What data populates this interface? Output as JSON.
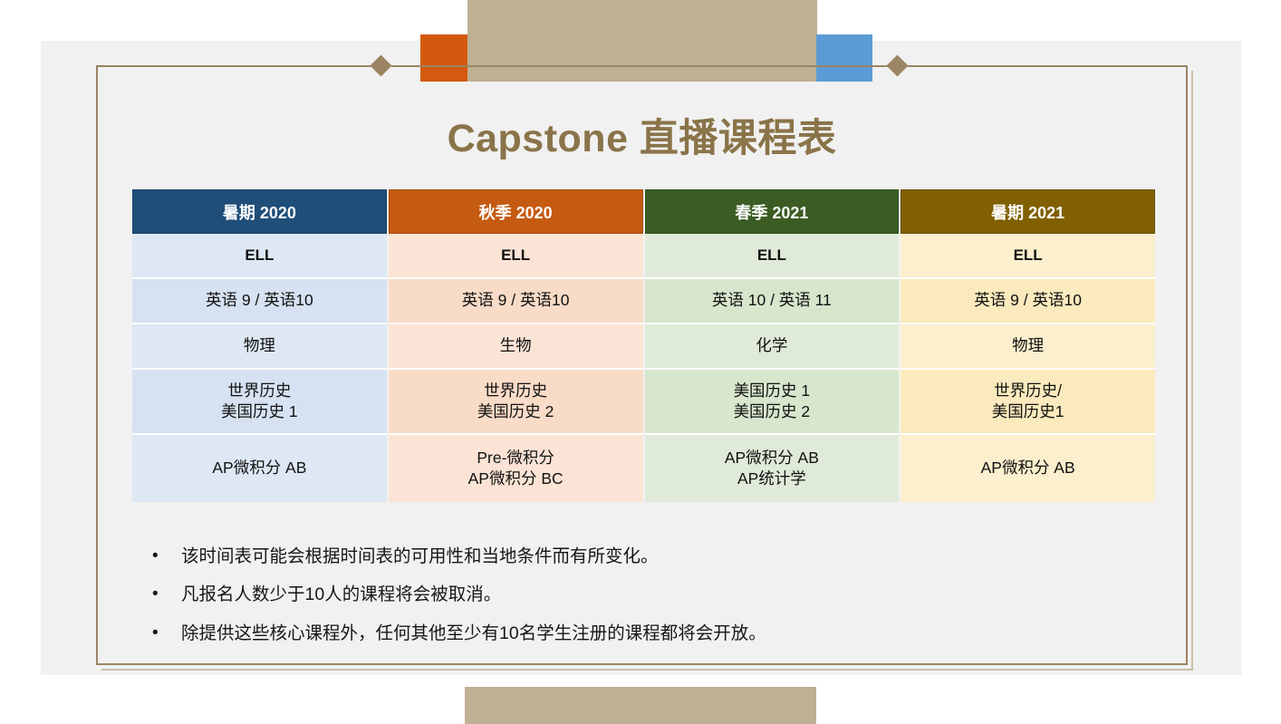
{
  "slide": {
    "title": "Capstone 直播课程表",
    "title_color": "#8a7449",
    "background_color": "#f1f1f1",
    "frame_color": "#9b8563",
    "decorations": {
      "orange_block_color": "#d4590f",
      "tan_block_color": "#bfb094",
      "blue_block_color": "#5b9bd5"
    }
  },
  "table": {
    "columns": [
      {
        "header": "暑期 2020",
        "header_bg": "#1f4e79",
        "body_bg": "#dee8f5",
        "body_bg_alt": "#d6e2f2",
        "cells": [
          "ELL",
          "英语 9 / 英语10",
          "物理",
          "世界历史\n美国历史 1",
          "AP微积分 AB"
        ]
      },
      {
        "header": "秋季 2020",
        "header_bg": "#c55a11",
        "body_bg": "#fbe4d5",
        "body_bg_alt": "#f9dcc8",
        "cells": [
          "ELL",
          "英语 9 / 英语10",
          "生物",
          "世界历史\n美国历史 2",
          "Pre-微积分\nAP微积分 BC"
        ]
      },
      {
        "header": "春季 2021",
        "header_bg": "#3b5d24",
        "body_bg": "#dfebd8",
        "body_bg_alt": "#d7e6cd",
        "cells": [
          "ELL",
          "英语 10 / 英语 11",
          "化学",
          "美国历史 1\n美国历史 2",
          "AP微积分 AB\nAP统计学"
        ]
      },
      {
        "header": "暑期 2021",
        "header_bg": "#806000",
        "body_bg": "#fcefcd",
        "body_bg_alt": "#fbeabd",
        "cells": [
          "ELL",
          "英语 9 / 英语10",
          "物理",
          "世界历史/\n美国历史1",
          "AP微积分 AB"
        ]
      }
    ]
  },
  "notes": {
    "bullet_marker": "•",
    "items": [
      "该时间表可能会根据时间表的可用性和当地条件而有所变化。",
      "凡报名人数少于10人的课程将会被取消。",
      "除提供这些核心课程外，任何其他至少有10名学生注册的课程都将会开放。"
    ]
  }
}
